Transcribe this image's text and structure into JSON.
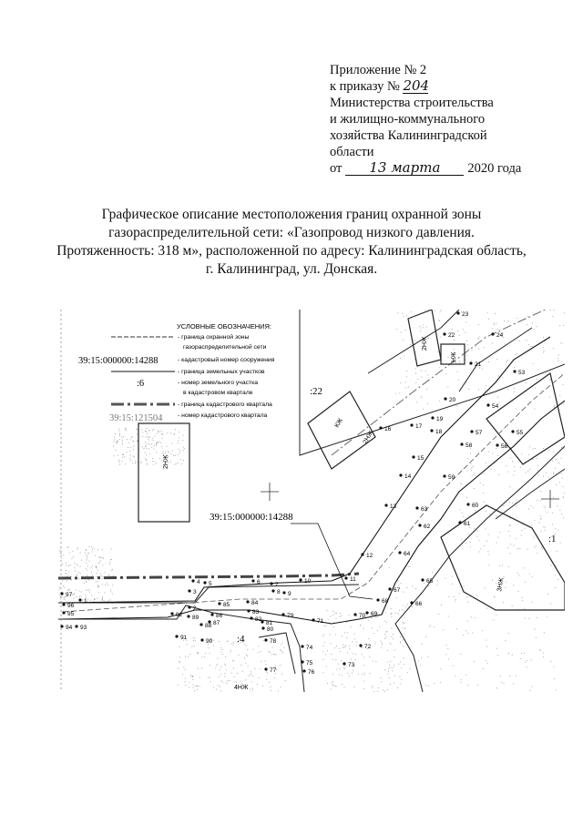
{
  "appendix": {
    "line1": "Приложение № 2",
    "line2_prefix": "к приказу №",
    "order_number": "204",
    "line3": "Министерства строительства",
    "line4": "и жилищно-коммунального",
    "line5": "хозяйства Калининградской",
    "line6": "области",
    "date_prefix": "от",
    "date_handwritten": "13 марта",
    "date_suffix": "2020 года"
  },
  "title": {
    "line1": "Графическое описание местоположения границ охранной зоны",
    "line2": "газораспределительной сети: «Газопровод низкого давления.",
    "line3": "Протяженность: 318 м», расположенной по адресу: Калининградская область,",
    "line4": "г. Калининград, ул. Донская."
  },
  "legend": {
    "heading": "УСЛОВНЫЕ ОБОЗНАЧЕНИЯ:",
    "items": [
      {
        "sample": "",
        "text": "- граница охранной зоны"
      },
      {
        "sample": "",
        "text": "газораспределительной сети"
      },
      {
        "sample": "39:15:000000:14288",
        "text": "- кадастровый номер сооружения"
      },
      {
        "sample": "",
        "text": "- граница земельных участков"
      },
      {
        "sample": ":6",
        "text": "- номер земельного участка"
      },
      {
        "sample": "",
        "text": "в кадастровом квартале"
      },
      {
        "sample": "",
        "text": "- граница кадастрового квартала"
      },
      {
        "sample": "39:15:121504",
        "text": "- номер кадастрового квартала"
      }
    ]
  },
  "map": {
    "structure_label": "39:15:000000:14288",
    "parcel_labels": [
      ":22",
      ":4",
      ":1"
    ],
    "building_labels": [
      "2НЖ",
      "КЖ",
      "2НЖ",
      "2НЖ",
      "НЖ",
      "3НЖ",
      "4НЖ"
    ],
    "point_numbers": [
      "1",
      "2",
      "3",
      "4",
      "5",
      "6",
      "7",
      "8",
      "9",
      "10",
      "11",
      "12",
      "13",
      "14",
      "15",
      "16",
      "17",
      "18",
      "19",
      "20",
      "21",
      "22",
      "23",
      "24",
      "53",
      "54",
      "55",
      "56",
      "57",
      "58",
      "59",
      "60",
      "61",
      "62",
      "63",
      "64",
      "65",
      "66",
      "67",
      "68",
      "69",
      "70",
      "71",
      "72",
      "73",
      "74",
      "75",
      "76",
      "77",
      "78",
      "79",
      "80",
      "81",
      "82",
      "83",
      "84",
      "85",
      "86",
      "87",
      "88",
      "89",
      "90",
      "91",
      "92",
      "93",
      "94",
      "95",
      "96",
      "97"
    ]
  },
  "colors": {
    "ink": "#111111",
    "zone": "#222222",
    "quarter": "#555555"
  }
}
